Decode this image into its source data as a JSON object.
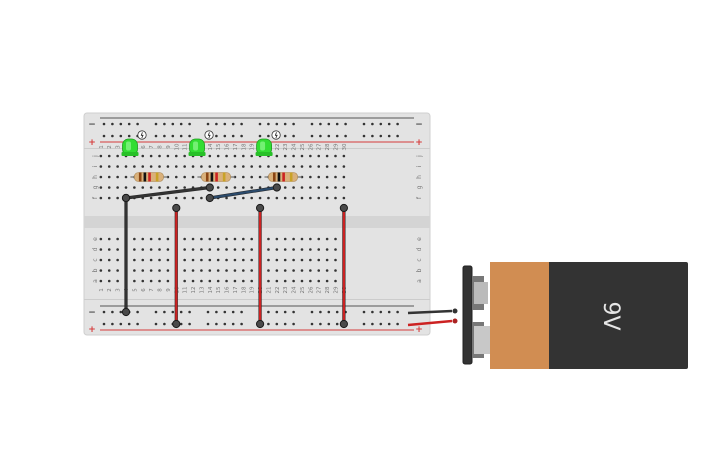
{
  "breadboard": {
    "columns": 30,
    "rows_top": [
      "j",
      "i",
      "h",
      "g",
      "f"
    ],
    "rows_bottom": [
      "e",
      "d",
      "c",
      "b",
      "a"
    ],
    "rail_minus": "−",
    "rail_plus": "+"
  },
  "components": {
    "leds": [
      {
        "name": "led-1",
        "color": "#33dd33",
        "column": 4
      },
      {
        "name": "led-2",
        "color": "#33dd33",
        "column": 12
      },
      {
        "name": "led-3",
        "color": "#33dd33",
        "column": 20
      }
    ],
    "resistors": [
      {
        "name": "resistor-1",
        "from_column": 5,
        "to_column": 8
      },
      {
        "name": "resistor-2",
        "from_column": 13,
        "to_column": 16
      },
      {
        "name": "resistor-3",
        "from_column": 21,
        "to_column": 24
      }
    ],
    "battery": {
      "label": "9V",
      "wire_colors": {
        "negative": "#333333",
        "positive": "#cc2222"
      }
    }
  },
  "colors": {
    "breadboard_body": "#e3e3e3",
    "breadboard_channel": "#d4d4d4",
    "rail_red": "#d63b3b",
    "rail_dark": "#555555",
    "wire_black": "#333333",
    "wire_blue": "#2b4a6b",
    "wire_red": "#cc2222",
    "battery_copper": "#d18d52",
    "battery_body": "#333333"
  }
}
